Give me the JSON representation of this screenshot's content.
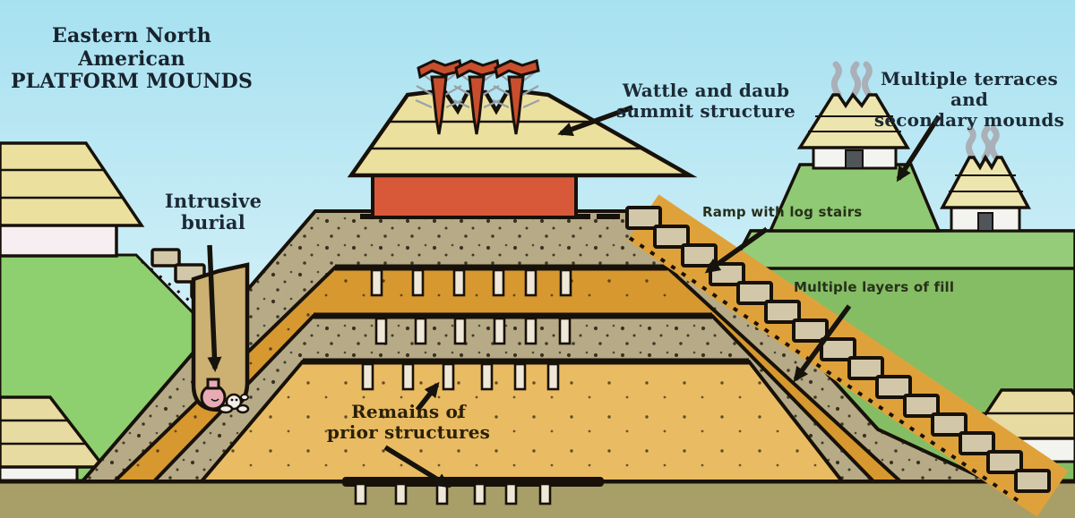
{
  "title": {
    "line1": "Eastern North American",
    "line2": "PLATFORM MOUNDS"
  },
  "labels": {
    "intrusive_burial": {
      "line1": "Intrusive",
      "line2": "burial"
    },
    "wattle_daub": {
      "line1": "Wattle and daub",
      "line2": "summit structure"
    },
    "terraces": {
      "line1": "Multiple terraces and",
      "line2": "secondary mounds"
    },
    "ramp": {
      "text": "Ramp with log stairs"
    },
    "layers_fill": {
      "text": "Multiple layers of fill"
    },
    "remains": {
      "line1": "Remains of",
      "line2": "prior structures"
    }
  },
  "colors": {
    "sky_top": "#a7e1f0",
    "sky_bottom": "#e7f6fb",
    "ground": "#a89e68",
    "green_left": "#8ed06f",
    "green_right_upper": "#94cc79",
    "green_right_lower": "#85bd64",
    "green_mound": "#8fc973",
    "layer_gray": "#b6ab86",
    "layer_orange": "#d6982f",
    "layer_gold": "#e9bc63",
    "ramp_orange": "#dfa23a",
    "stair_block": "#d2c7a9",
    "thatch": "#ece09f",
    "thatch_light": "#ece5ad",
    "wall_red": "#d8593a",
    "finial_red": "#c94e2d",
    "house_white": "#f3f3f0",
    "house_pink": "#f6eef0",
    "door_gray": "#50555a",
    "shaft_tan": "#cdb172",
    "pot_pink": "#e8abb6",
    "bone_white": "#f2efe6",
    "post_cream": "#efe8d8",
    "outline": "#17110a",
    "text_dark": "#1c2a36",
    "text_green": "#27301a"
  }
}
